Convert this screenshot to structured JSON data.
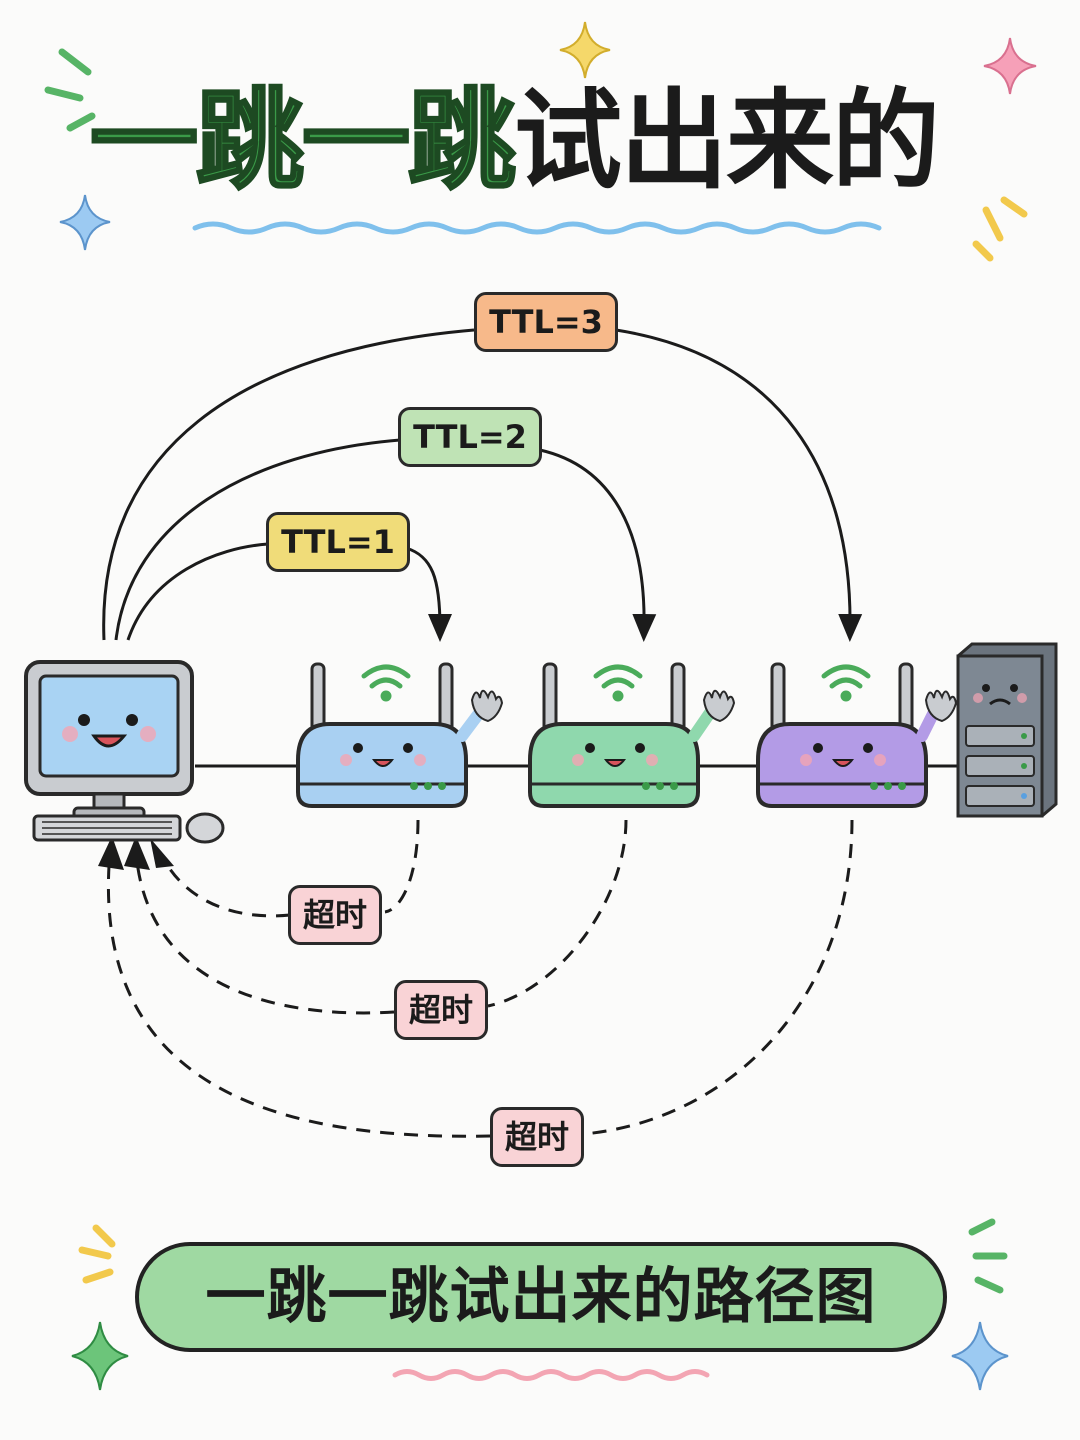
{
  "title": {
    "part_green": "一跳一跳",
    "part_dark": "试出来的"
  },
  "ttl_labels": [
    "TTL=1",
    "TTL=2",
    "TTL=3"
  ],
  "timeout_labels": [
    "超时",
    "超时",
    "超时"
  ],
  "banner": {
    "text": "一跳一跳试出来的路径图"
  },
  "colors": {
    "title_green": "#3a9a48",
    "router_1": "#a9d0f2",
    "router_2": "#8fd8ad",
    "router_3": "#b39be6",
    "ttl_1": "#f0dc79",
    "ttl_2": "#bfe3b5",
    "ttl_3": "#f7b98a",
    "timeout": "#f9d3d6",
    "banner": "#9fd9a2"
  },
  "icons": [
    "computer-icon",
    "router-icon",
    "router-icon",
    "router-icon",
    "server-icon",
    "wifi-icon",
    "sparkle-icon"
  ]
}
